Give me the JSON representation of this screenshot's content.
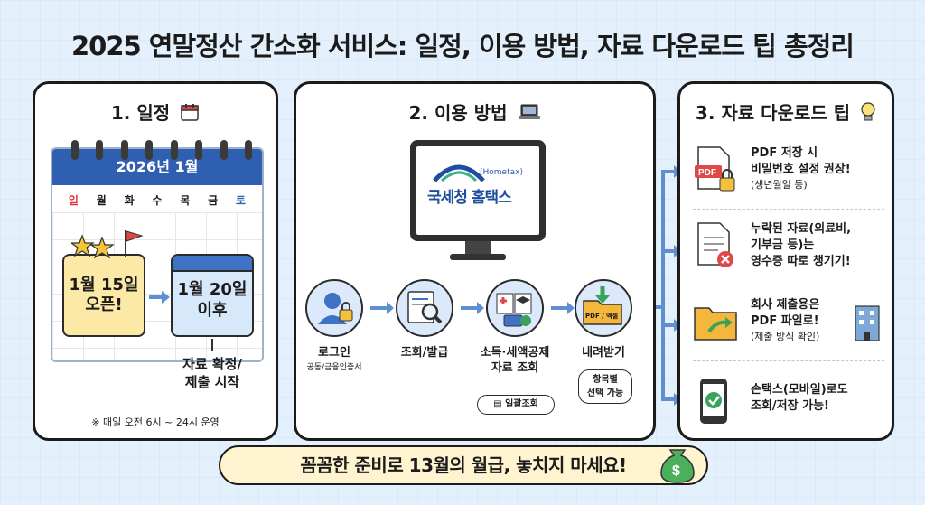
{
  "title": "2025 연말정산 간소화 서비스: 일정, 이용 방법, 자료 다운로드 팁 총정리",
  "panel1": {
    "heading": "1. 일정",
    "calendar_month": "2026년 1월",
    "weekdays": [
      "일",
      "월",
      "화",
      "수",
      "목",
      "금",
      "토"
    ],
    "open_line1": "1월 15일",
    "open_line2": "오픈!",
    "after_line1": "1월 20일",
    "after_line2": "이후",
    "caption_line1": "자료 확정/",
    "caption_line2": "제출 시작",
    "footnote": "※ 매일 오전 6시 ~ 24시 운영"
  },
  "panel2": {
    "heading": "2. 이용 방법",
    "logo_en": "(Hometax)",
    "logo_kr": "국세청 홈택스",
    "steps": [
      {
        "label": "로그인",
        "sub": "공동/금융인증서"
      },
      {
        "label": "조회/발급",
        "sub": ""
      },
      {
        "label": "소득·세액공제",
        "label2": "자료 조회",
        "pill": "일괄조회"
      },
      {
        "label": "내려받기",
        "pill_line1": "항목별",
        "pill_line2": "선택 가능"
      }
    ],
    "folder_text": "PDF / 엑셀"
  },
  "panel3": {
    "heading": "3. 자료 다운로드 팁",
    "pdf_badge": "PDF",
    "tips": [
      {
        "line1": "PDF 저장 시",
        "line2": "비밀번호 설정 권장!",
        "line3": "(생년월일 등)"
      },
      {
        "line1": "누락된 자료(의료비,",
        "line2": "기부금 등)는",
        "line3": "영수증 따로 챙기기!"
      },
      {
        "line1": "회사 제출용은",
        "line2": "PDF 파일로!",
        "line3": "(제출 방식 확인)"
      },
      {
        "line1": "손택스(모바일)로도",
        "line2": "조회/저장 가능!"
      }
    ]
  },
  "banner": "꼼꼼한 준비로 13월의 월급, 놓치지 마세요!",
  "colors": {
    "accent_blue": "#2f5fb0",
    "note_yellow": "#fde9a6",
    "banner_bg": "#fff4cf",
    "green_check": "#3aa35a"
  }
}
